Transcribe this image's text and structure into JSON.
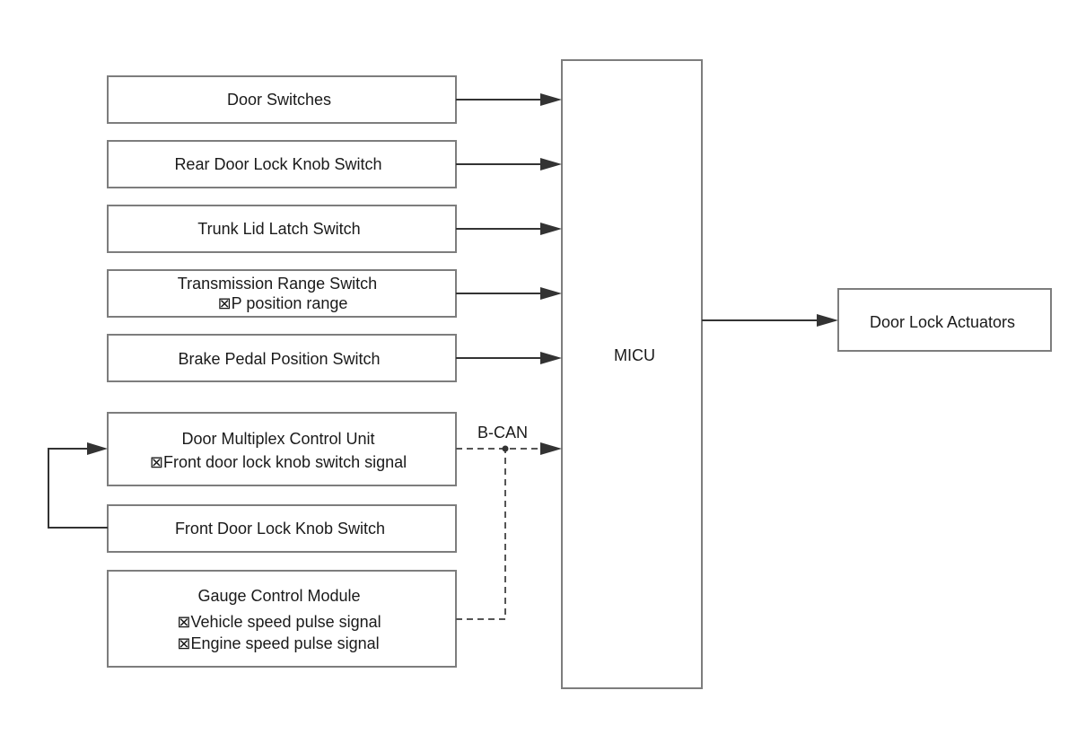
{
  "inputs": {
    "door_switches": "Door Switches",
    "rear_door_lock_knob_switch": "Rear Door Lock Knob Switch",
    "trunk_lid_latch_switch": "Trunk Lid Latch Switch",
    "transmission_range_switch": {
      "title": "Transmission Range Switch",
      "detail": "P position range"
    },
    "brake_pedal_position_switch": "Brake Pedal Position Switch",
    "door_multiplex_control_unit": {
      "title": "Door Multiplex Control Unit",
      "detail": "Front door lock knob switch signal"
    },
    "front_door_lock_knob_switch": "Front Door Lock Knob Switch",
    "gauge_control_module": {
      "title": "Gauge Control Module",
      "detail1": "Vehicle speed pulse signal",
      "detail2": "Engine speed pulse signal"
    }
  },
  "controller": "MICU",
  "output": "Door Lock Actuators",
  "bus_label": "B-CAN",
  "bullet_glyph": "⊠"
}
